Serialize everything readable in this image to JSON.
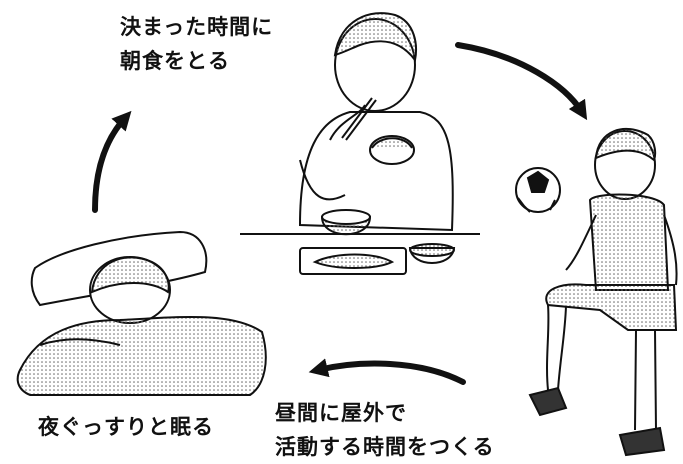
{
  "captions": {
    "breakfast": [
      "決まった時間に",
      "朝食をとる"
    ],
    "outdoor": [
      "昼間に屋外で",
      "活動する時間をつくる"
    ],
    "sleep": [
      "夜ぐっすりと眠る"
    ]
  },
  "colors": {
    "ink": "#111111",
    "paper": "#ffffff",
    "screentone": "#c8c8c8"
  },
  "icons": [
    "cycle-arrow",
    "eating-boy",
    "soccer-boy",
    "sleeping-boy",
    "soccer-ball"
  ]
}
